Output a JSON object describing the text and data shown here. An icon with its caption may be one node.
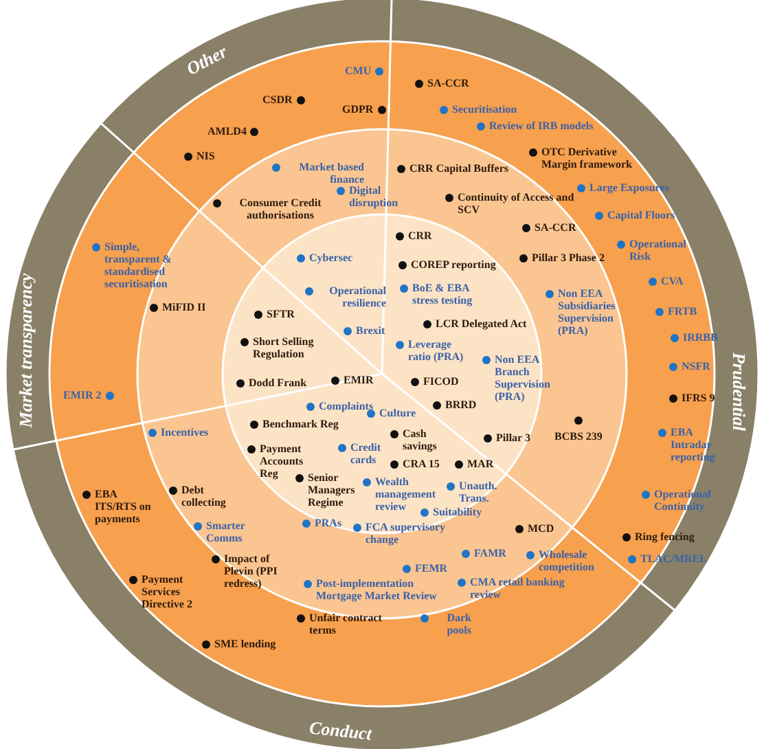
{
  "diagram": {
    "labels": [
      "Other",
      "Prudential",
      "Conduct",
      "Market transparency",
      "CMU",
      "SA-CCR",
      "CSDR",
      "GDPR",
      "Securitisation",
      "AMLD4",
      "Review of IRB models",
      "NIS",
      "Market based finance",
      "OTC Derivative Margin framework",
      "CRR Capital Buffers",
      "Digital disruption",
      "Consumer Credit authorisations",
      "Continuity of Access and SCV",
      "Large Exposures",
      "Capital Floors",
      "SA-CCR",
      "CRR",
      "Operational Risk",
      "Pillar 3 Phase 2",
      "COREP reporting",
      "Simple, transparent & standardised securitisation",
      "Cybersec",
      "CVA",
      "Operational resilience",
      "BoE & EBA stress testing",
      "Non EEA Subsidiaries Supervision (PRA)",
      "MiFID II",
      "SFTR",
      "FRTB",
      "LCR Delegated Act",
      "Brexit",
      "IRRBB",
      "Short Selling Regulation",
      "Leverage ratio (PRA)",
      "Non EEA Branch Supervision (PRA)",
      "NSFR",
      "EMIR 2",
      "Dodd Frank",
      "EMIR",
      "FICOD",
      "IFRS 9",
      "BRRD",
      "Complaints",
      "Culture",
      "Benchmark Reg",
      "BCBS 239",
      "Incentives",
      "Payment Accounts Reg",
      "Credit cards",
      "Cash savings",
      "Pillar 3",
      "EBA Intraday reporting",
      "CRA 15",
      "MAR",
      "Senior Managers Regime",
      "EBA ITS/RTS on payments",
      "Debt collecting",
      "Wealth management review",
      "Unauth. Trans.",
      "Operational Continuity",
      "Suitability",
      "Smarter Comms",
      "PRAs",
      "FCA supervisory change",
      "MCD",
      "Ring fencing",
      "Impact of Plevin (PPI redress)",
      "FAMR",
      "Wholesale competition",
      "TLAC/MREL",
      "FEMR",
      "Payment Services Directive 2",
      "Post-implementation Mortgage Market Review",
      "CMA retail banking review",
      "Unfair contract terms",
      "Dark pools",
      "SME lending"
    ]
  }
}
